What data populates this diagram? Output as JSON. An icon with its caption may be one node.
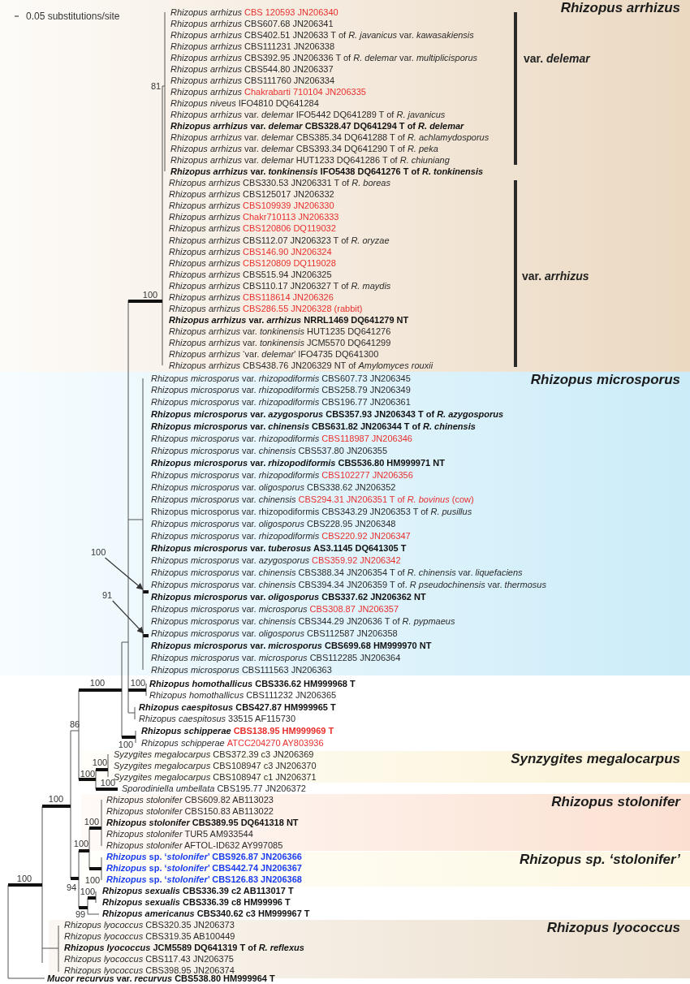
{
  "diagram": {
    "nodes": [
      {
        "text": [
          "Rhizopus arrhizus"
        ]
      },
      {
        "text": [
          "Rhizopus microsporus"
        ]
      },
      {
        "text": [
          "100"
        ],
        "in": 1
      },
      {
        "text": [
          "91"
        ],
        "in": 1
      },
      {
        "text": [],
        "shape": "bar",
        "in": 1
      },
      {
        "text": [],
        "shape": "bar",
        "in": 1
      },
      {
        "text": [
          "Synzygites megalocarpus"
        ]
      },
      {
        "text": [
          "Rhizopus stolonifer"
        ]
      },
      {
        "text": [
          "*Rhizopus* sp. ‘*stolonifer*’"
        ]
      },
      {
        "text": [
          "Rhizopus lyococcus"
        ]
      }
    ],
    "edges": [
      {
        "from": 2,
        "to": 4,
        "arrow": "to"
      },
      {
        "from": 3,
        "to": 5,
        "arrow": "to"
      }
    ],
    "labels": [
      "0.05 substitutions/site",
      "*Rhizopus arrhizus*",
      "CBS 120593 JN206340",
      "*Rhizopus arrhizus* CBS607.68 JN206341",
      "*Rhizopus arrhizus* CBS402.51 JN20633 T of *R. javanicus* var. *kawasakiensis*",
      "*Rhizopus arrhizus* CBS111231 JN206338",
      "*Rhizopus arrhizus* CBS392.95 JN206336 T of *R. delemar* var. *multiplicisporus*",
      "*Rhizopus arrhizus* CBS544.80 JN206337",
      "*Rhizopus arrhizus* CBS111760 JN206334",
      "*Rhizopus arrhizus*",
      "Chakrabarti 710104 JN206335",
      "*Rhizopus niveus* IFO4810 DQ641284",
      "*Rhizopus arrhizus* var. *delemar* IFO5442 DQ641289 T of *R. javanicus*",
      "*Rhizopus arrhizus* var. *delemar* CBS328.47 DQ641294 T of *R. delemar*",
      "*Rhizopus arrhizus* var. *delemar* CBS385.34 DQ641288 T of *R. achlamydosporus*",
      "*Rhizopus arrhizus* var. *delemar* CBS393.34 DQ641290 T of *R. peka*",
      "*Rhizopus arrhizus* var. *delemar* HUT1233 DQ641286 T of *R. chiuniang*",
      "*Rhizopus arrhizus* var. *tonkinensis* IFO5438 DQ641276 T of *R. tonkinensis*",
      "*Rhizopus arrhizus* CBS330.53 JN206331 T of *R. boreas*",
      "*Rhizopus arrhizus* CBS125017 JN206332",
      "*Rhizopus arrhizus*",
      "CBS109939 JN206330",
      "*Rhizopus arrhizus*",
      "Chakr710113 JN206333",
      "*Rhizopus arrhizus*",
      "CBS120806 DQ119032",
      "*Rhizopus arrhizus* CBS112.07 JN206323 T of *R. oryzae*",
      "*Rhizopus arrhizus*",
      "CBS146.90 JN206324",
      "*Rhizopus arrhizus*",
      "CBS120809 DQ119028",
      "*Rhizopus arrhizus* CBS515.94 JN206325",
      "*Rhizopus arrhizus* CBS110.17 JN206327 T of *R. maydis*",
      "*Rhizopus arrhizus*",
      "CBS118614 JN206326",
      "*Rhizopus arrhizus*",
      "CBS286.55 JN206328 (rabbit)",
      "*Rhizopus arrhizus* var. *arrhizus* NRRL1469 DQ641279 NT",
      "*Rhizopus arrhizus* var. *tonkinensis* HUT1235 DQ641276",
      "*Rhizopus arrhizus* var. *tonkinensis* JCM5570 DQ641299",
      "*Rhizopus arrhizus* ‘var. *delemar*’ IFO4735 DQ641300",
      "*Rhizopus arrhizus* CBS438.76 JN206329 NT of *Amylomyces rouxii*",
      "*Rhizopus microsporus* var. *rhizopodiformis* CBS607.73 JN206345",
      "*Rhizopus microsporus* var. *rhizopodiformis* CBS258.79 JN206349",
      "*Rhizopus microsporus* var. *rhizopodiformis* CBS196.77 JN206361",
      "*Rhizopus microsporus* var. *azygosporus* CBS357.93 JN206343 T of *R. azygosporus*",
      "*Rhizopus microsporus* var. *chinensis* CBS631.82 JN206344 T of *R. chinensis*",
      "*Rhizopus microsporus* var. *rhizopodiformis*",
      "CBS118987 JN206346",
      "*Rhizopus microsporus* var. *chinensis* CBS537.80 JN206355",
      "*Rhizopus microsporus* var. *rhizopodiformis* CBS536.80 HM999971 NT",
      "*Rhizopus microsporus* var. *rhizopodiformis*",
      "CBS102277 JN206356",
      "*Rhizopus microsporus* var. *oligosporus* CBS338.62 JN206352",
      "*Rhizopus microsporus* var. *chinensis*",
      "CBS294.31 JN206351 T of *R. bovinus* (cow)",
      "Rhizopus microsporus var. rhizopodiformis CBS343.29 JN206353 T of *R. pusillus*",
      "*Rhizopus microsporus* var. *oligosporus* CBS228.95 JN206348",
      "*Rhizopus microsporus* var. *rhizopodiformis*",
      "CBS220.92 JN206347",
      "*Rhizopus microsporus* var. *tuberosus* AS3.1145 DQ641305 T",
      "*Rhizopus microsporus* var. *azygosporus*",
      "CBS359.92 JN206342",
      "*Rhizopus microsporus* var. *chinensis* CBS388.34 JN206354 T of *R. chinensis* var. *liquefaciens*",
      "*Rhizopus microsporus* var. *chinensis* CBS394.34 JN206359 T of. *R pseudochinensis* var. *thermosus*",
      "*Rhizopus microsporus* var. *oligosporus* CBS337.62 JN206362 NT",
      "*Rhizopus microsporus* var. *microsporus*",
      "CBS308.87 JN206357",
      "*Rhizopus microsporus* var. *chinensis* CBS344.29 JN20636 T of *R. pypmaeus*",
      "*Rhizopus microsporus* var. *oligosporus* CBS112587 JN206358",
      "*Rhizopus microsporus* var. *microsporus* CBS699.68 HM999970 NT",
      "*Rhizopus microsporus* var. *microsporus* CBS112285 JN206364",
      "*Rhizopus microsporus* CBS111563 JN206363",
      "*Rhizopus homothallicus* CBS336.62 HM999968 T",
      "*Rhizopus homothallicus* CBS111232 JN206365",
      "*Rhizopus caespitosus* CBS427.87 HM999965 T",
      "*Rhizopus caespitosus* 33515 AF115730",
      "*Rhizopus schipperae*",
      "CBS138.95 HM999969 T",
      "*Rhizopus schipperae*",
      "ATCC204270 AY803936",
      "*Syzygites megalocarpus* CBS372.39 c3 JN206369",
      "*Syzygites megalocarpus* CBS108947 c3 JN206370",
      "*Syzygites megalocarpus* CBS108947 c1 JN206371",
      "*Sporodiniella umbellata* CBS195.77 JN206372",
      "*Rhizopus stolonifer* CBS609.82 AB113023",
      "*Rhizopus stolonifer* CBS150.83 AB113022",
      "*Rhizopus stolonifer* CBS389.95 DQ641318 NT",
      "*Rhizopus stolonifer* TUR5 AM933544",
      "*Rhizopus stolonifer* AFTOL-ID632 AY997085",
      "*Rhizopus* sp. ‘*stolonifer*’ CBS926.87 JN206366",
      "*Rhizopus* sp. ‘*stolonifer*’ CBS442.74 JN206367",
      "*Rhizopus* sp. ‘*stolonifer*’ CBS126.83 JN206368",
      "*Rhizopus sexualis* CBS336.39 c2 AB113017 T",
      "*Rhizopus sexualis* CBS336.39 c8 HM99996 T",
      "*Rhizopus americanus* CBS340.62 c3 HM999967 T",
      "*Rhizopus lyococcus* CBS320.35 JN206373",
      "*Rhizopus lyococcus* CBS319.35 AB100449",
      "*Rhizopus lyococcus* JCM5589 DQ641319 T of *R. reflexus*",
      "*Rhizopus lyococcus* CBS117.43 JN206375",
      "*Rhizopus lyococcus* CBS398.95 JN206374",
      "*Mucor recurvus* var. *recurvus* CBS538.80 HM999964 T",
      "var. *delemar*",
      "var. *arrhizus*",
      "81",
      "100",
      "100",
      "100",
      "86",
      "100",
      "100",
      "100",
      "100",
      "100",
      "100",
      "100",
      "100",
      "100",
      "94",
      "100",
      "99"
    ]
  }
}
